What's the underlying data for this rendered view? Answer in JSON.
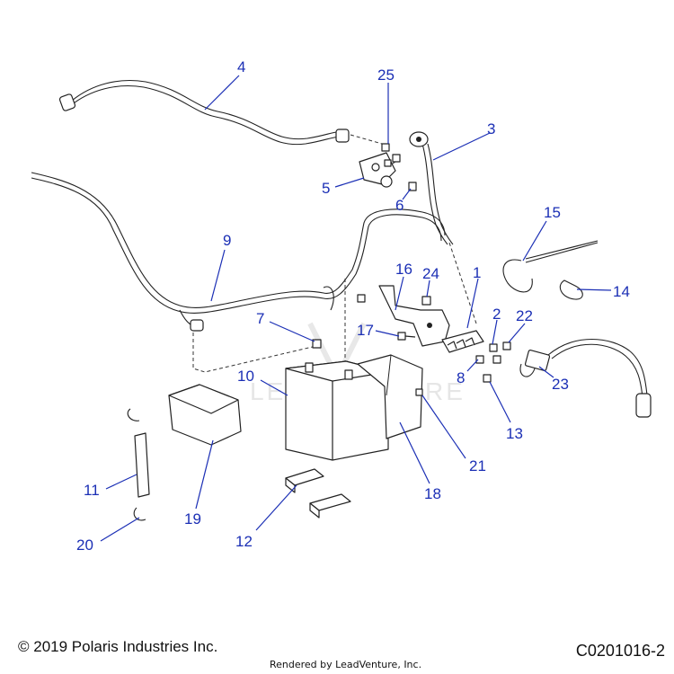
{
  "diagram": {
    "callouts": [
      "1",
      "2",
      "3",
      "4",
      "5",
      "6",
      "7",
      "8",
      "9",
      "10",
      "11",
      "12",
      "13",
      "14",
      "15",
      "16",
      "17",
      "18",
      "19",
      "20",
      "21",
      "22",
      "23",
      "24",
      "25"
    ],
    "watermark": "LEADVENTURE"
  },
  "footer": {
    "copyright": "© 2019 Polaris Industries Inc.",
    "rendered_by": "Rendered by LeadVenture, Inc.",
    "diagram_code": "C0201016-2"
  }
}
